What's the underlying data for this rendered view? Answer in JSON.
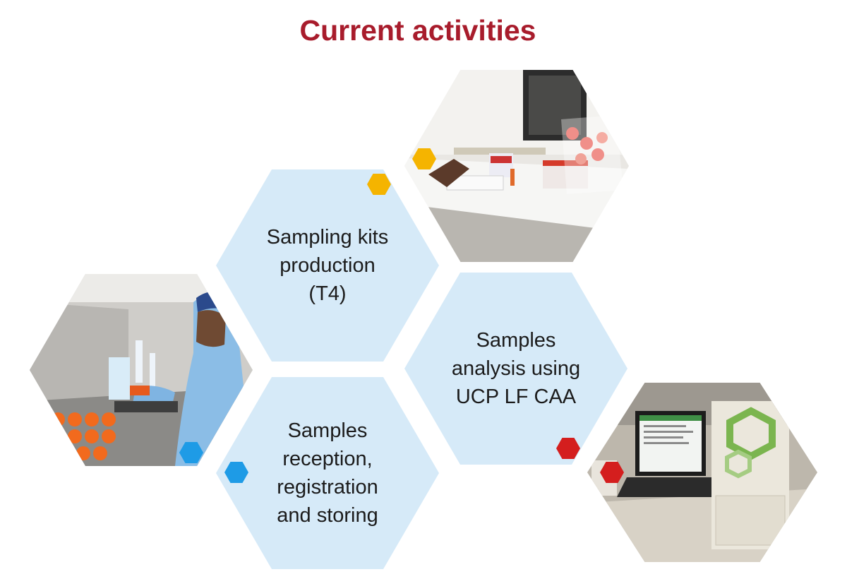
{
  "title": "Current activities",
  "activities": [
    {
      "label": "Sampling kits\nproduction\n(T4)",
      "marker_color": "#f5b400"
    },
    {
      "label": "Samples\nanalysis using\nUCP LF CAA",
      "marker_color": "#d41e1e"
    },
    {
      "label": "Samples\nreception,\nregistration\nand storing",
      "marker_color": "#1e9be6"
    }
  ],
  "photos": [
    {
      "name": "sampling-kits-photo",
      "marker_color": "#f5b400"
    },
    {
      "name": "lab-pipetting-photo",
      "marker_color": "#1e9be6"
    },
    {
      "name": "analysis-reader-photo",
      "marker_color": "#d41e1e"
    }
  ]
}
